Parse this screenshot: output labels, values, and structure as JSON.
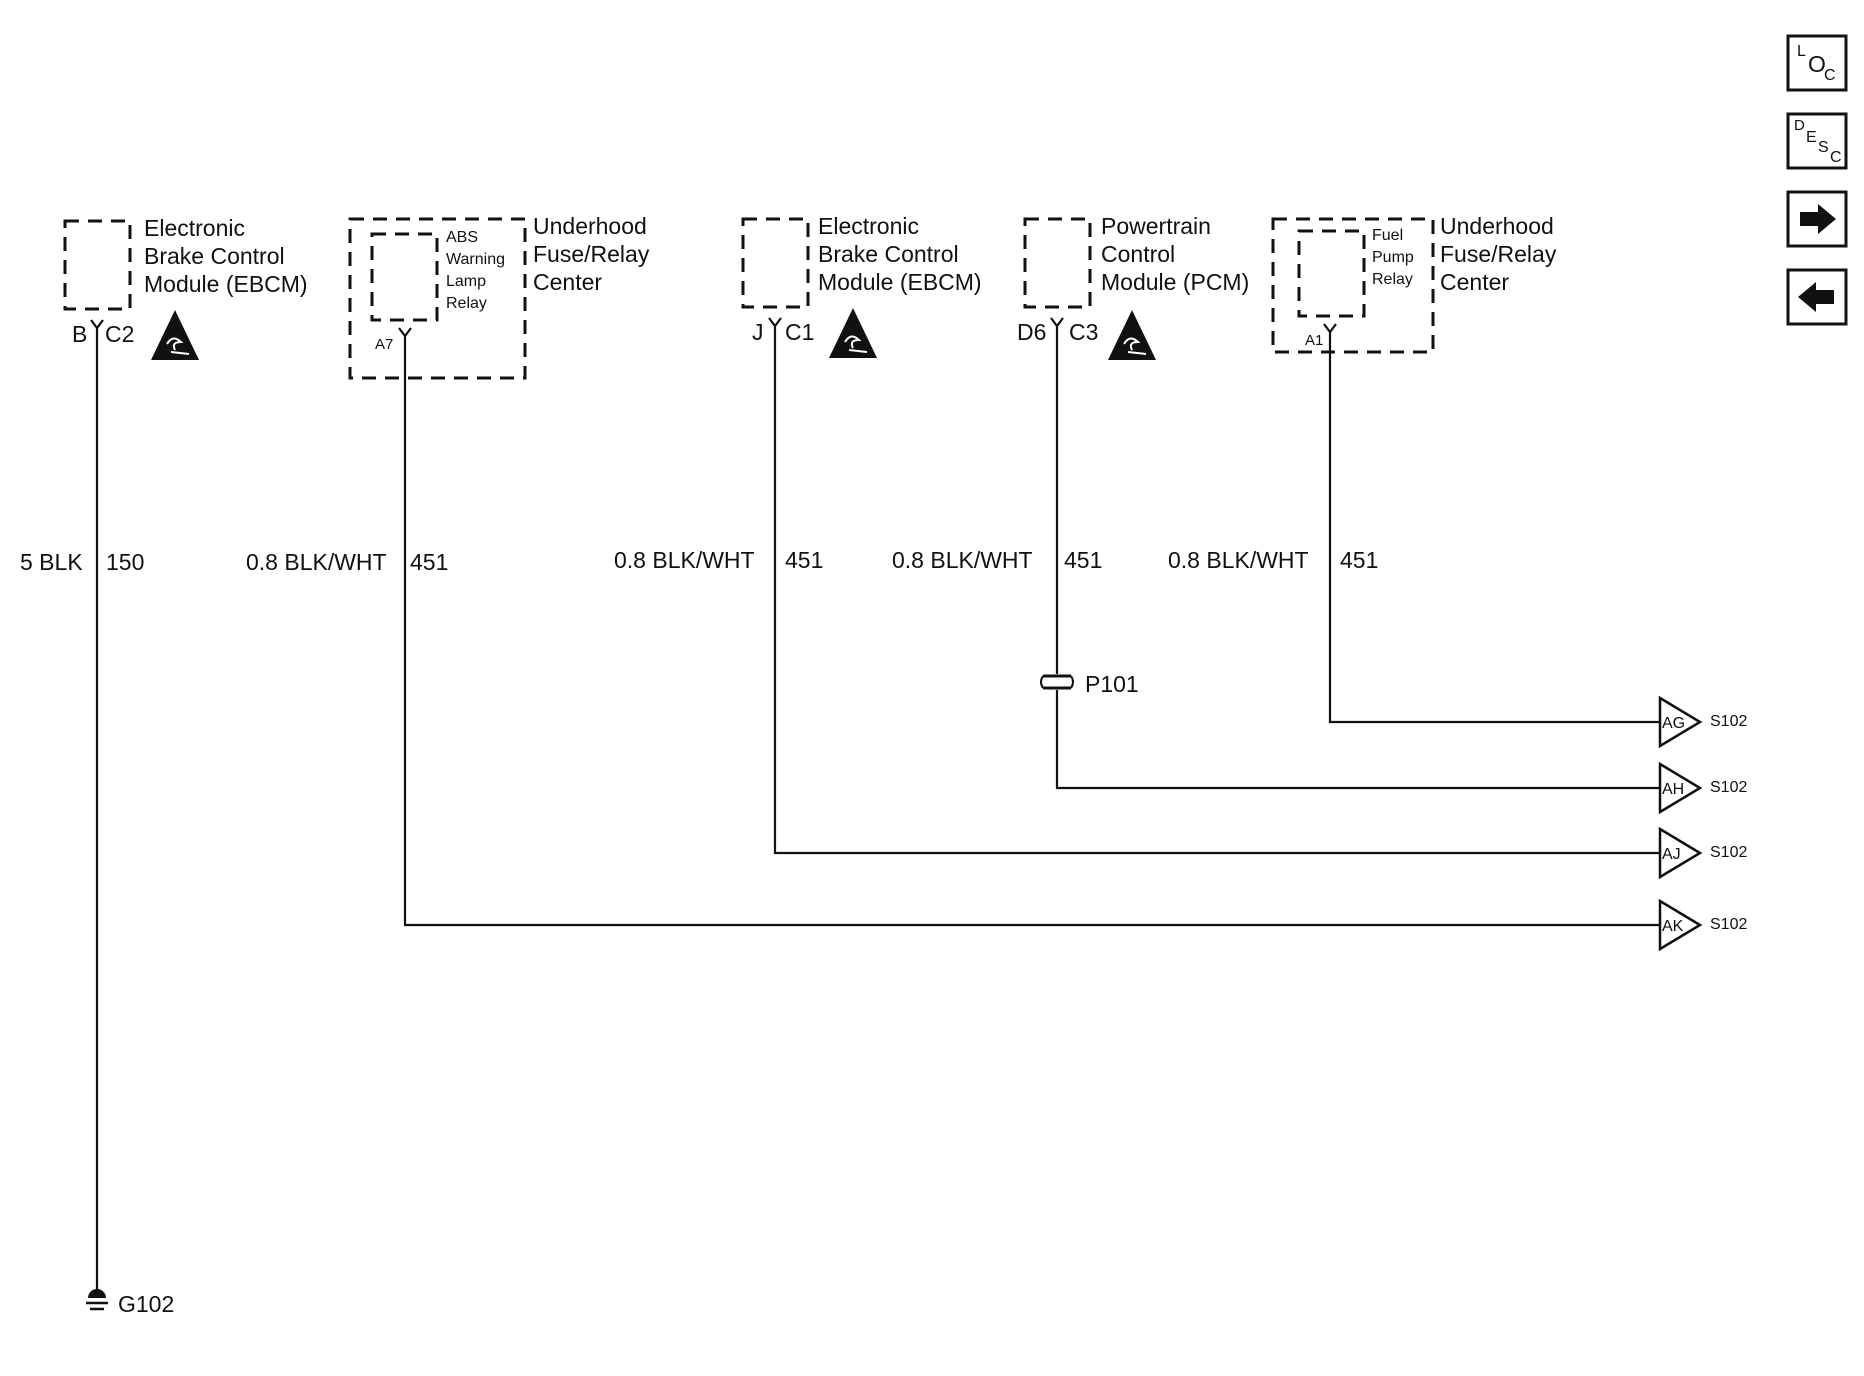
{
  "components": {
    "ebcm_c2": {
      "name_lines": [
        "Electronic",
        "Brake Control",
        "Module (EBCM)"
      ],
      "pin": "B",
      "connector": "C2"
    },
    "abs_relay": {
      "inner_lines": [
        "ABS",
        "Warning",
        "Lamp",
        "Relay"
      ],
      "pin": "A7",
      "name_lines": [
        "Underhood",
        "Fuse/Relay",
        "Center"
      ]
    },
    "ebcm_c1": {
      "name_lines": [
        "Electronic",
        "Brake Control",
        "Module (EBCM)"
      ],
      "pin": "J",
      "connector": "C1"
    },
    "pcm_c3": {
      "name_lines": [
        "Powertrain",
        "Control",
        "Module (PCM)"
      ],
      "pin": "D6",
      "connector": "C3"
    },
    "fuel_relay": {
      "inner_lines": [
        "Fuel",
        "Pump",
        "Relay"
      ],
      "pin": "A1",
      "name_lines": [
        "Underhood",
        "Fuse/Relay",
        "Center"
      ]
    }
  },
  "wires": [
    {
      "size_color": "5 BLK",
      "circuit": "150"
    },
    {
      "size_color": "0.8 BLK/WHT",
      "circuit": "451"
    },
    {
      "size_color": "0.8 BLK/WHT",
      "circuit": "451"
    },
    {
      "size_color": "0.8 BLK/WHT",
      "circuit": "451"
    },
    {
      "size_color": "0.8 BLK/WHT",
      "circuit": "451"
    }
  ],
  "inline_connector": "P101",
  "ground": "G102",
  "splice_refs": [
    {
      "code": "AG",
      "splice": "S102"
    },
    {
      "code": "AH",
      "splice": "S102"
    },
    {
      "code": "AJ",
      "splice": "S102"
    },
    {
      "code": "AK",
      "splice": "S102"
    }
  ],
  "nav": {
    "loc": {
      "letters": [
        "L",
        "O",
        "C"
      ]
    },
    "desc": {
      "letters": [
        "D",
        "E",
        "S",
        "C"
      ]
    },
    "next_icon": "right-arrow-icon",
    "prev_icon": "left-arrow-icon"
  }
}
